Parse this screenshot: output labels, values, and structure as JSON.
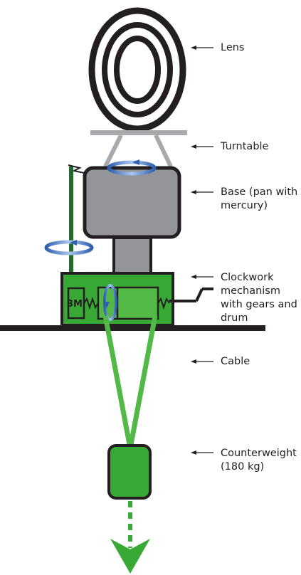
{
  "labels": {
    "lens": "Lens",
    "turntable": "Turntable",
    "base": "Base (pan with\nmercury)",
    "clockwork": "Clockwork\nmechanism\nwith gears and\ndrum",
    "cable": "Cable",
    "counterweight": "Counterweight\n(180 kg)"
  },
  "colors": {
    "outline": "#231f20",
    "lens": "#231f20",
    "turntable": "#a7a9ac",
    "base": "#939598",
    "column": "#939598",
    "clockwork": "#39a935",
    "clockwork_inner": "#52b947",
    "cable": "#52b947",
    "counterweight": "#39a935",
    "shaft": "#1e6d2b",
    "rotation_arrow": "#6d8fc9"
  }
}
